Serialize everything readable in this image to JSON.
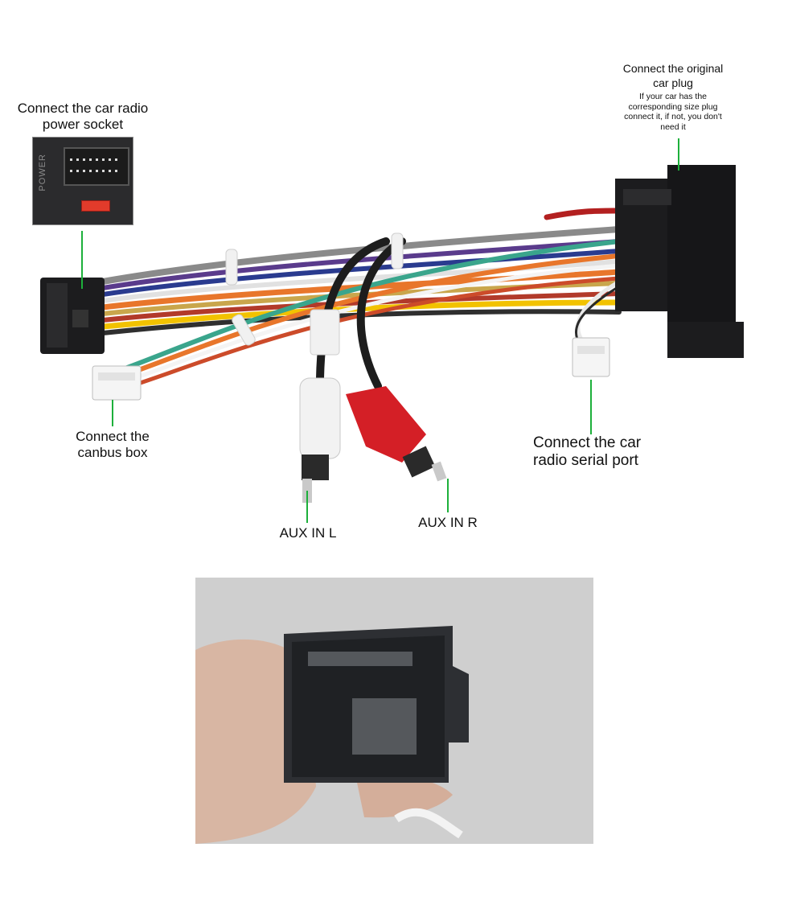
{
  "labels": {
    "power_socket": "Connect the car radio power socket",
    "original_plug": "Connect the original car plug",
    "original_plug_note": "If your car has the corresponding size plug connect it, if not, you don't need it",
    "canbus": "Connect the canbus box",
    "serial_port": "Connect the car radio  serial port",
    "aux_l": "AUX IN L",
    "aux_r": "AUX IN R",
    "power_text": "POWER"
  },
  "colors": {
    "leader_line": "#1db03b",
    "connector_black": "#1c1c1e",
    "rca_red": "#d41f26",
    "rca_white": "#f2f2f2",
    "photo_bg": "#cfcfcf"
  }
}
